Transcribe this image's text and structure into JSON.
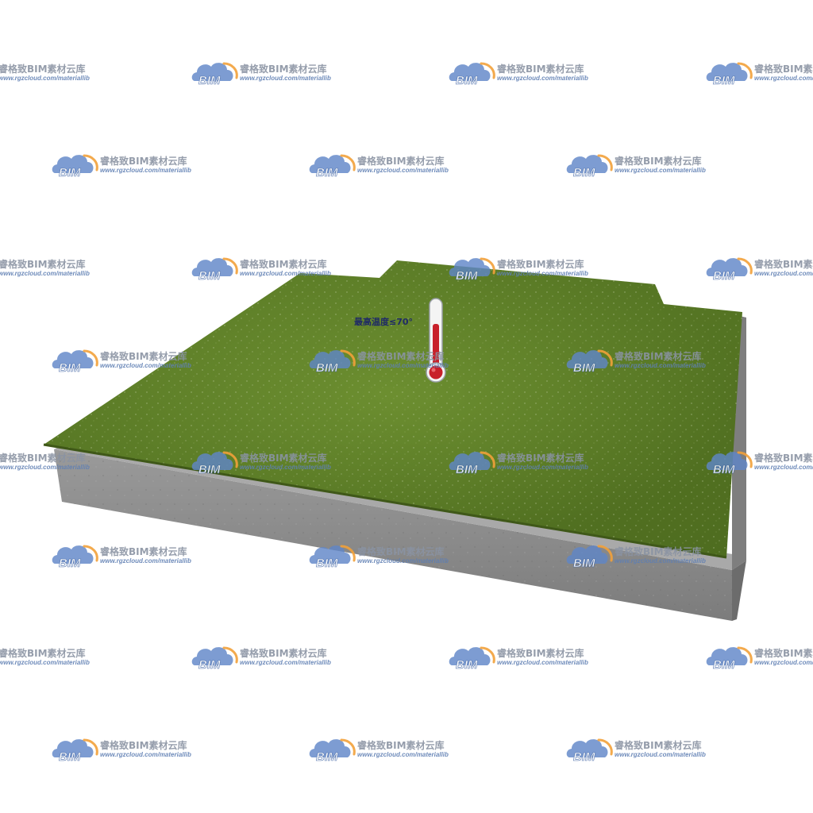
{
  "annotation": {
    "max_temperature_label": "最高温度≤70°"
  },
  "watermark": {
    "logo_text": "BIM",
    "brand_cn": "睿格致BIM素材云库",
    "url": "www.rgzcloud.com/materiallib"
  },
  "colors": {
    "turf_green": "#5a7a24",
    "concrete_gray": "#8e8e8e",
    "thermometer_red": "#c8202a",
    "watermark_blue": "#5f86c8",
    "watermark_orange": "#f2a13a"
  },
  "icons": {
    "thermometer": "thermometer-icon",
    "watermark_logo": "bim-cloud-logo-icon"
  }
}
